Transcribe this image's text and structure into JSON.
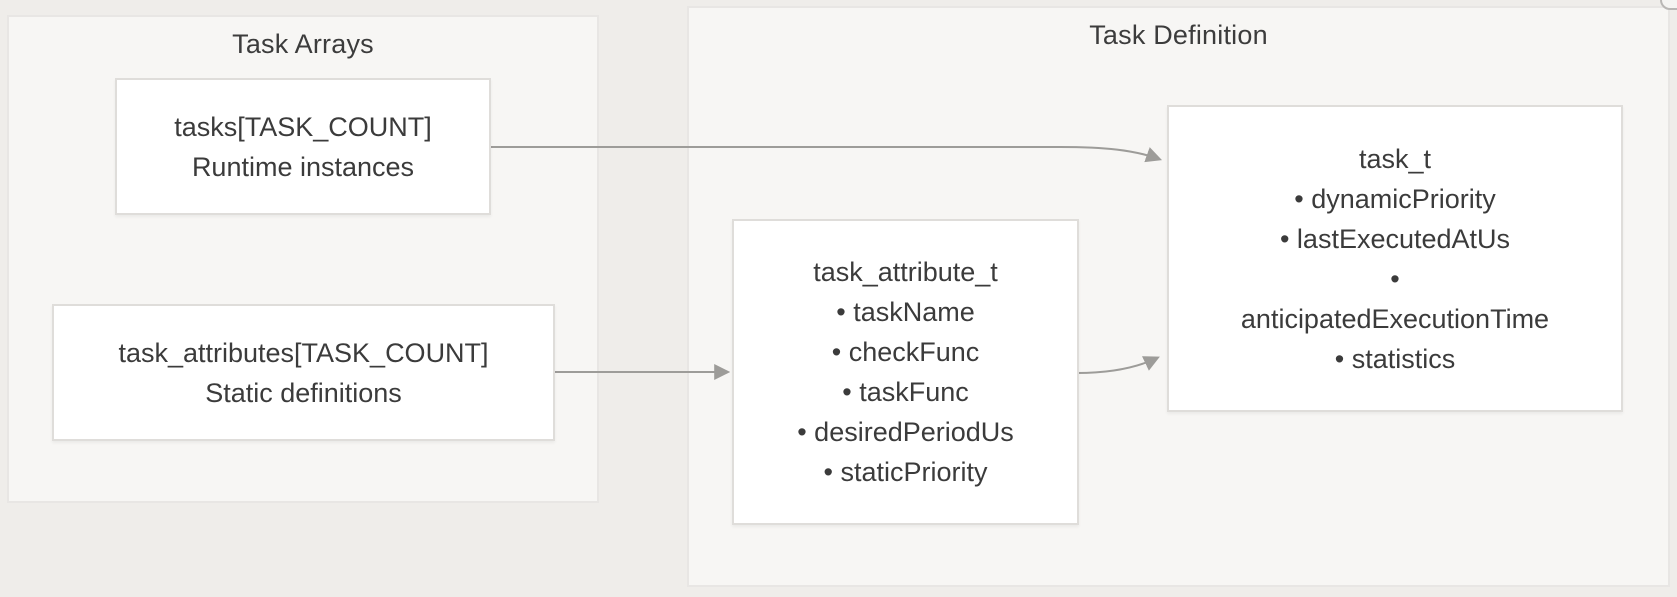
{
  "diagram": {
    "groups": {
      "task_arrays": {
        "title": "Task Arrays"
      },
      "task_definition": {
        "title": "Task Definition"
      }
    },
    "nodes": {
      "tasks_array": {
        "lines": [
          "tasks[TASK_COUNT]",
          "Runtime instances"
        ]
      },
      "task_attributes_array": {
        "lines": [
          "task_attributes[TASK_COUNT]",
          "Static definitions"
        ]
      },
      "task_attribute_t": {
        "lines": [
          "task_attribute_t",
          "• taskName",
          "• checkFunc",
          "• taskFunc",
          "• desiredPeriodUs",
          "• staticPriority"
        ]
      },
      "task_t": {
        "lines": [
          "task_t",
          "• dynamicPriority",
          "• lastExecutedAtUs",
          "•",
          "anticipatedExecutionTime",
          "• statistics"
        ]
      }
    },
    "edges": [
      {
        "from": "tasks_array",
        "to": "task_t"
      },
      {
        "from": "task_attributes_array",
        "to": "task_attribute_t"
      },
      {
        "from": "task_attribute_t",
        "to": "task_t"
      }
    ],
    "colors": {
      "background": "#efedea",
      "group_fill": "#f7f6f4",
      "group_border": "#e8e6e4",
      "node_fill": "#ffffff",
      "node_border": "#dfddda",
      "arrow": "#9d9c99",
      "text": "#3b3b3b"
    }
  }
}
